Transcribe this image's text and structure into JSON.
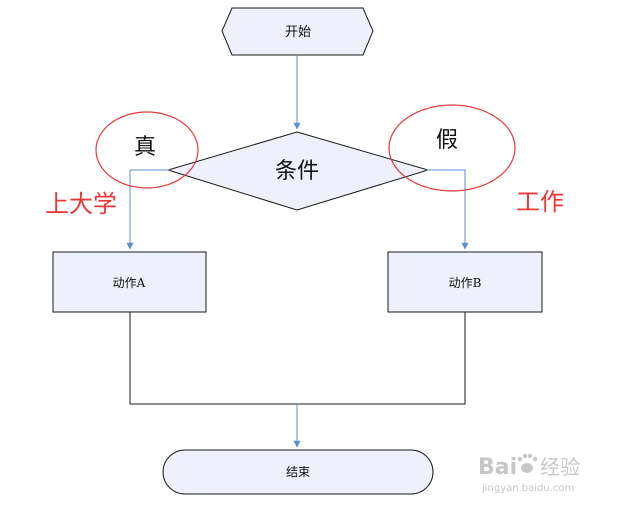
{
  "flowchart": {
    "start_label": "开始",
    "condition_label": "条件",
    "true_label": "真",
    "false_label": "假",
    "true_annotation": "上大学",
    "false_annotation": "工作",
    "action_a_label": "动作A",
    "action_b_label": "动作B",
    "end_label": "结束"
  },
  "watermark": {
    "brand": "Bai",
    "brand_suffix": "经验",
    "url": "jingyan.baidu.com"
  },
  "colors": {
    "shape_fill": "#eef0fb",
    "arrow_blue": "#5b8fc8",
    "annotation_red": "#e83838",
    "outline_dark": "#1a1a1a"
  }
}
